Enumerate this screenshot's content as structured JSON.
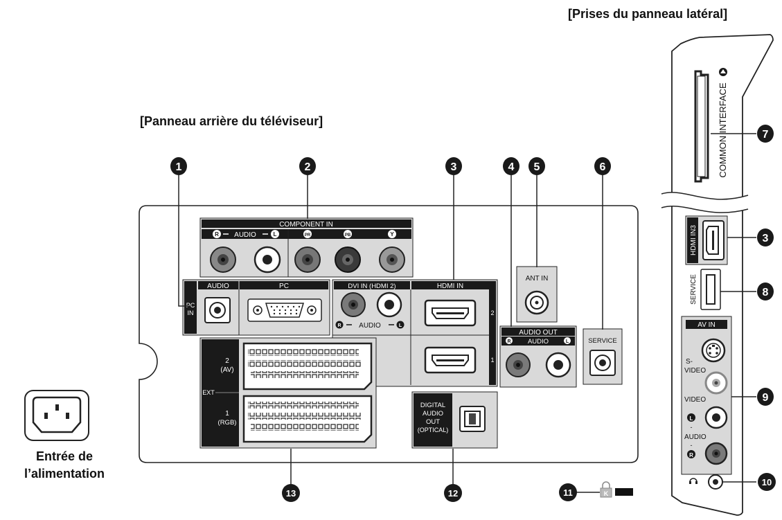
{
  "titles": {
    "rear_panel": "[Panneau arrière du téléviseur]",
    "side_panel": "[Prises du panneau latéral]"
  },
  "power": {
    "label_line1": "Entrée de",
    "label_line2": "l’alimentation"
  },
  "callouts": [
    "1",
    "2",
    "3",
    "4",
    "5",
    "6",
    "7",
    "3",
    "8",
    "9",
    "10",
    "11",
    "12",
    "13"
  ],
  "rear": {
    "component_in": "COMPONENT IN",
    "audio_rl": "R – AUDIO – L",
    "r_letter": "R",
    "l_letter": "L",
    "pr": "PR",
    "pb": "PB",
    "y": "Y",
    "audio": "AUDIO",
    "pc": "PC",
    "pc_in_1": "PC",
    "pc_in_2": "IN",
    "dvi_in": "DVI IN (HDMI 2)",
    "hdmi_in": "HDMI IN",
    "hdmi_2": "2",
    "hdmi_1": "1",
    "ant_in": "ANT IN",
    "audio_out": "AUDIO OUT",
    "service": "SERVICE",
    "ext": "EXT",
    "ext2_1": "2",
    "ext2_2": "(AV)",
    "ext1_1": "1",
    "ext1_2": "(RGB)",
    "digital_1": "DIGITAL",
    "digital_2": "AUDIO",
    "digital_3": "OUT",
    "digital_4": "(OPTICAL)",
    "lock": "K"
  },
  "side": {
    "common_interface": "COMMON INTERFACE",
    "hdmi_in3": "HDMI IN3",
    "service": "SERVICE",
    "av_in": "AV IN",
    "s_video_1": "S-",
    "s_video_2": "VIDEO",
    "video": "VIDEO",
    "audio": "AUDIO",
    "l_letter": "L",
    "r_letter": "R",
    "dash": "-"
  },
  "colors": {
    "panel_fill": "#d9d9d9",
    "dark": "#1a1a1a",
    "outline": "#333333",
    "jack_grey": "#9a9a9a",
    "jack_dark": "#555555"
  }
}
